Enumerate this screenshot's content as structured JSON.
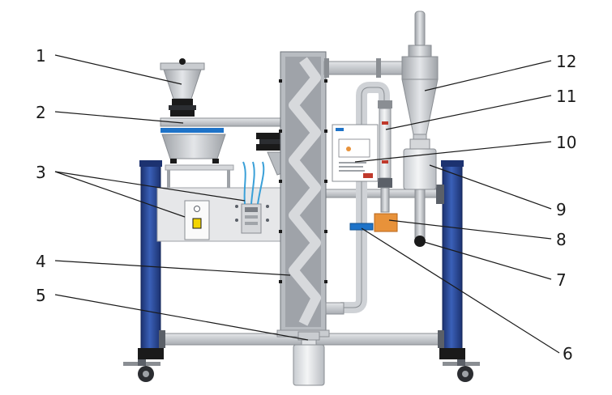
{
  "diagram": {
    "callouts": [
      {
        "id": "1",
        "label": "1"
      },
      {
        "id": "2",
        "label": "2"
      },
      {
        "id": "3",
        "label": "3"
      },
      {
        "id": "4",
        "label": "4"
      },
      {
        "id": "5",
        "label": "5"
      },
      {
        "id": "6",
        "label": "6"
      },
      {
        "id": "7",
        "label": "7"
      },
      {
        "id": "8",
        "label": "8"
      },
      {
        "id": "9",
        "label": "9"
      },
      {
        "id": "10",
        "label": "10"
      },
      {
        "id": "11",
        "label": "11"
      },
      {
        "id": "12",
        "label": "12"
      }
    ],
    "colors": {
      "frame_blue": "#2a4a96",
      "frame_blue_dark": "#1c3270",
      "steel": "#c9ccd0",
      "steel_dark": "#8a8e93",
      "panel": "#e6e7e9",
      "accent_blue": "#1e73c8",
      "filter_orange": "#e8923a",
      "black": "#1a1a1a"
    }
  }
}
